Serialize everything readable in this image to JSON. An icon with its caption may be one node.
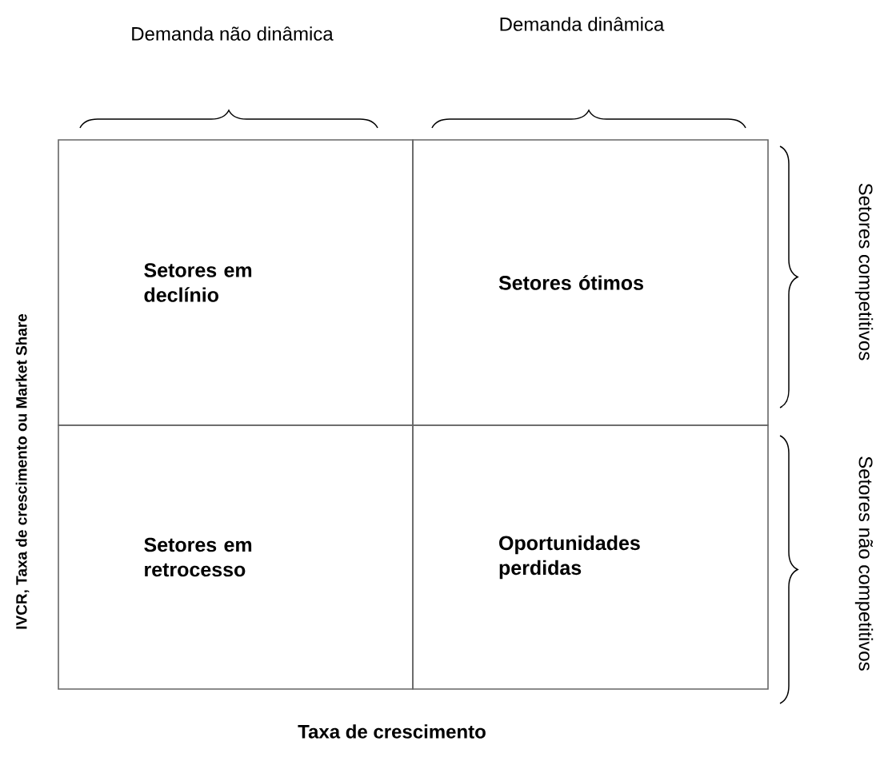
{
  "diagram": {
    "nodes": [
      {
        "text": [
          "Setores em declínio"
        ]
      },
      {
        "text": [
          "Setores ótimos"
        ]
      },
      {
        "text": [
          "Setores em retrocesso"
        ]
      },
      {
        "text": [
          "Oportunidades perdidas"
        ]
      }
    ],
    "edges": [],
    "labels": [
      "Demanda não dinâmica",
      "Demanda dinâmica",
      "Setores competitivos",
      "Setores não competitivos",
      "IVCR, Taxa de crescimento ou Market Share",
      "Taxa de crescimento"
    ]
  }
}
